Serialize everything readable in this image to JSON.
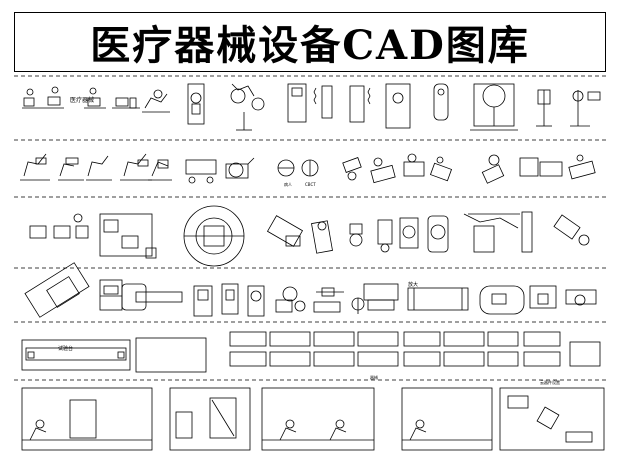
{
  "title": "医疗器械设备CAD图库",
  "labels": {
    "dept_label": "医疗器械",
    "c1": "病人",
    "c2": "CBCT",
    "enlarged": "放大",
    "tag": "器械",
    "console": "试验台",
    "cabinet_label": "云器件设置"
  },
  "colors": {
    "line": "#000000",
    "background": "#ffffff"
  }
}
